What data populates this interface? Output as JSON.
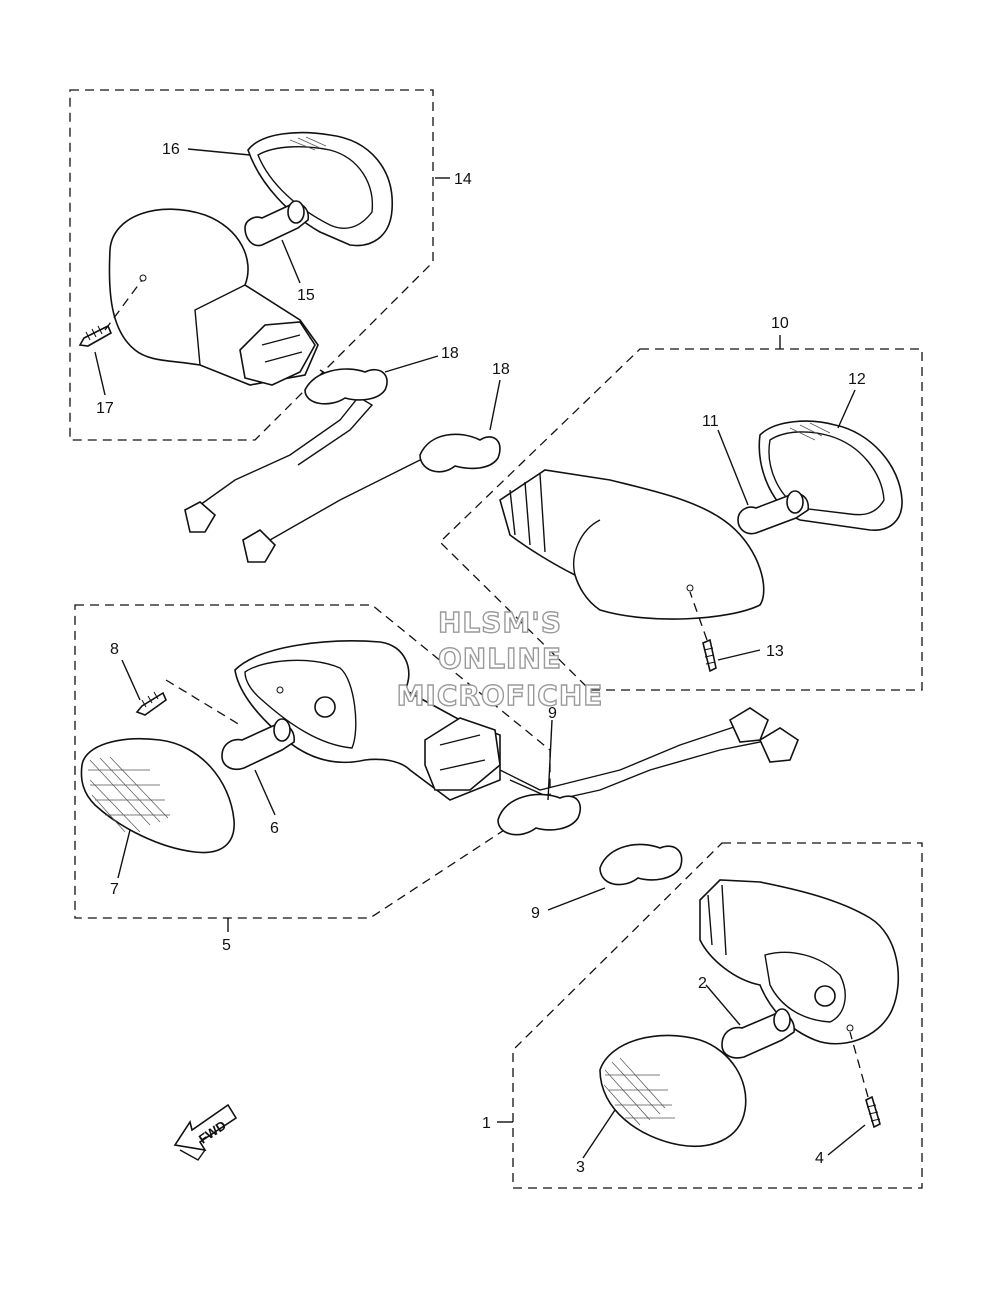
{
  "callouts": {
    "c1": "1",
    "c2": "2",
    "c3": "3",
    "c4": "4",
    "c5": "5",
    "c6": "6",
    "c7": "7",
    "c8": "8",
    "c9a": "9",
    "c9b": "9",
    "c10": "10",
    "c11": "11",
    "c12": "12",
    "c13": "13",
    "c14": "14",
    "c15": "15",
    "c16": "16",
    "c17": "17",
    "c18a": "18",
    "c18b": "18"
  },
  "watermark": {
    "line1": "HLSM'S",
    "line2": "ONLINE",
    "line3": "MICROFICHE"
  },
  "fwd_label": "FWD",
  "colors": {
    "ink": "#111111",
    "paper": "#ffffff",
    "watermark_outline": "#9a9a9a"
  }
}
